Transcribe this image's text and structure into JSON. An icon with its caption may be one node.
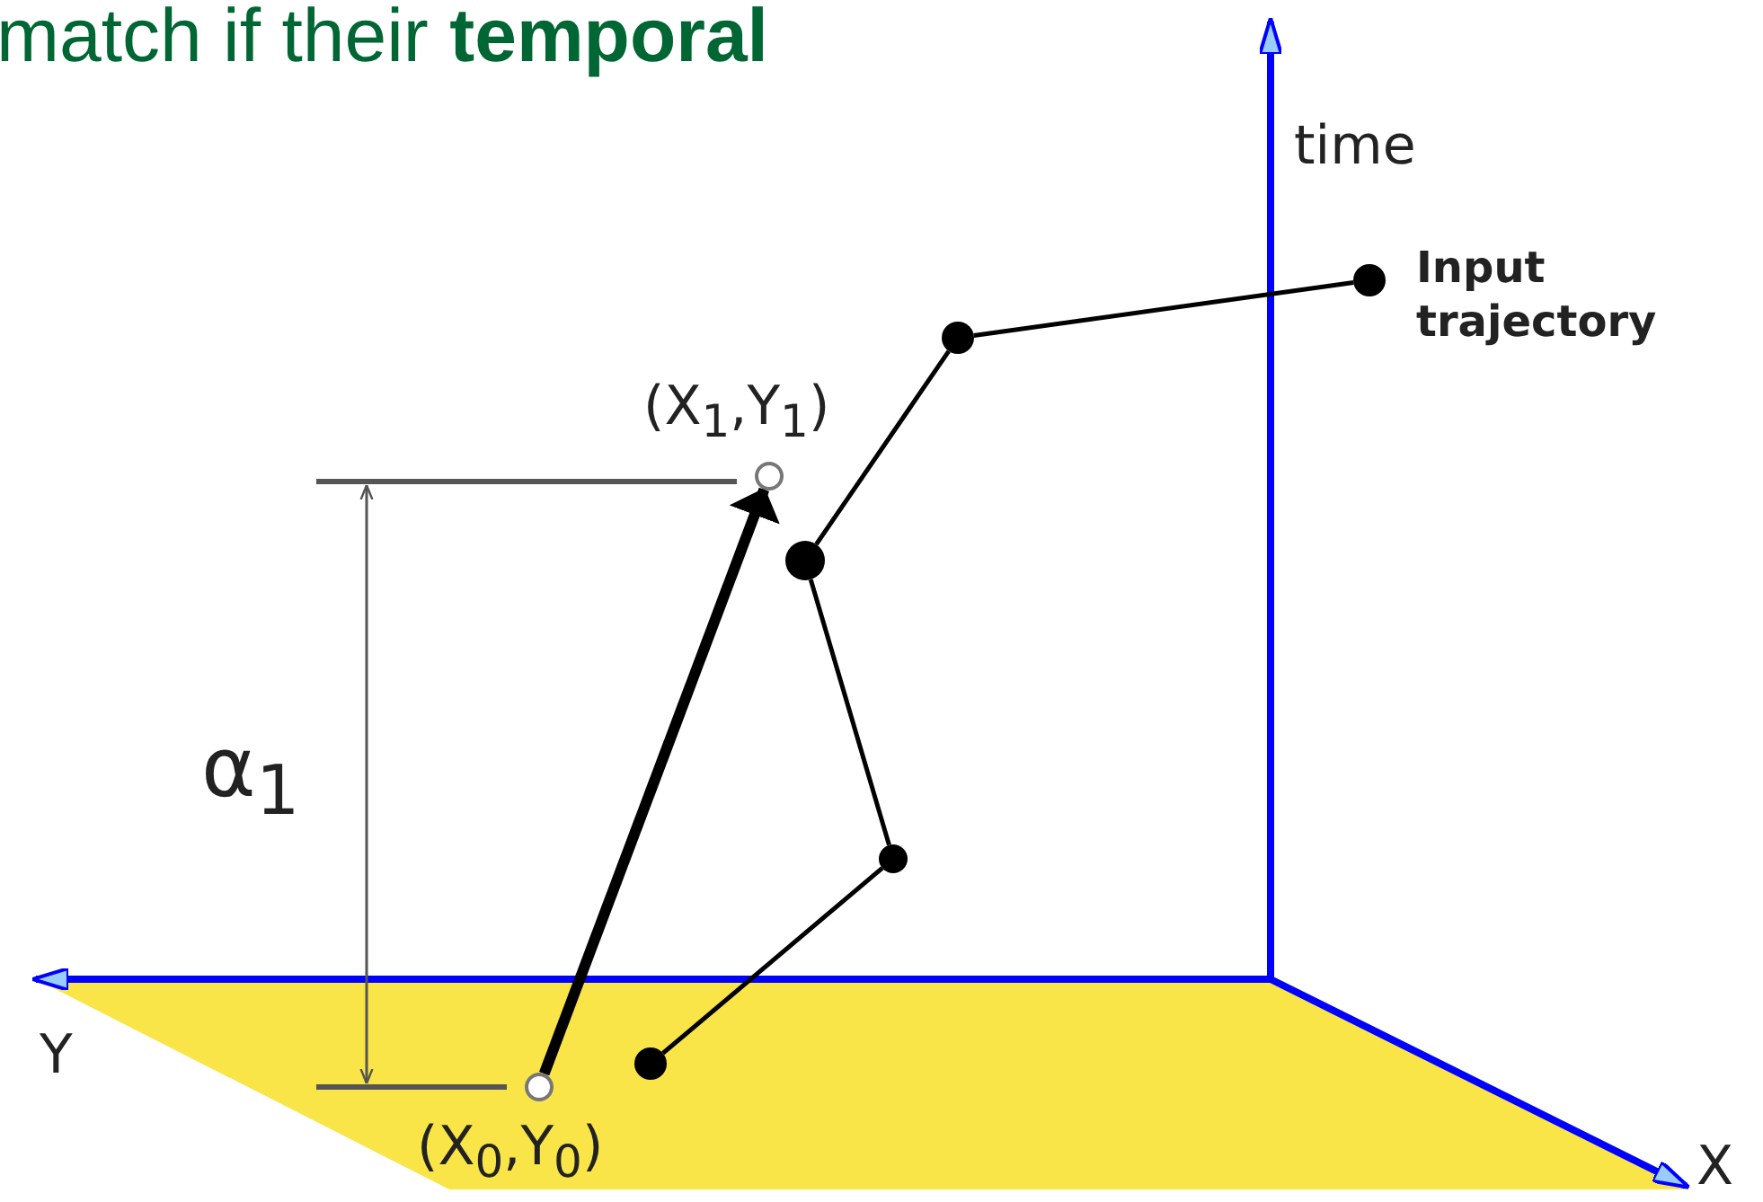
{
  "diagram": {
    "nodes": [
      {
        "text": [],
        "shape": "circle",
        "beside": [
          "(X$_{0}$,Y$_{0}$)"
        ]
      },
      {
        "text": [],
        "shape": "circle",
        "beside": [
          "(X$_{1}$,Y$_{1}$)"
        ]
      },
      {
        "text": [],
        "shape": "circle"
      },
      {
        "text": [],
        "shape": "circle"
      },
      {
        "text": [],
        "shape": "circle"
      },
      {
        "text": [],
        "shape": "circle"
      },
      {
        "text": [],
        "shape": "circle",
        "beside": [
          "Input trajectory"
        ]
      }
    ],
    "edges": [
      {
        "from": 0,
        "to": 1,
        "arrow": "to",
        "style": "thick"
      },
      {
        "from": 2,
        "to": 3,
        "arrow": "none"
      },
      {
        "from": 3,
        "to": 4,
        "arrow": "none"
      },
      {
        "from": 4,
        "to": 5,
        "arrow": "none"
      },
      {
        "from": 5,
        "to": 6,
        "arrow": "none"
      }
    ],
    "labels": [
      "match if their **temporal**",
      "time",
      "α$_{1}$",
      "Y",
      "X"
    ]
  }
}
